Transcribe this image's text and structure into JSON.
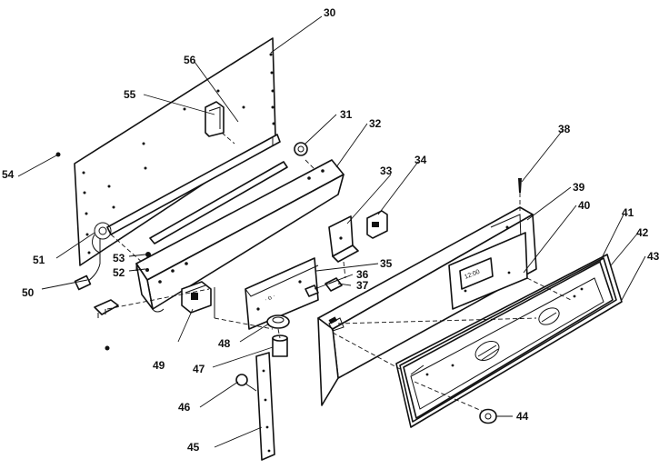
{
  "diagram": {
    "clock_display_text": "12:00",
    "callouts": [
      {
        "id": "30",
        "text": "30"
      },
      {
        "id": "31",
        "text": "31"
      },
      {
        "id": "32",
        "text": "32"
      },
      {
        "id": "33",
        "text": "33"
      },
      {
        "id": "34",
        "text": "34"
      },
      {
        "id": "35",
        "text": "35"
      },
      {
        "id": "36",
        "text": "36"
      },
      {
        "id": "37",
        "text": "37"
      },
      {
        "id": "38",
        "text": "38"
      },
      {
        "id": "39",
        "text": "39"
      },
      {
        "id": "40",
        "text": "40"
      },
      {
        "id": "41",
        "text": "41"
      },
      {
        "id": "42",
        "text": "42"
      },
      {
        "id": "43",
        "text": "43"
      },
      {
        "id": "44",
        "text": "44"
      },
      {
        "id": "45",
        "text": "45"
      },
      {
        "id": "46",
        "text": "46"
      },
      {
        "id": "47",
        "text": "47"
      },
      {
        "id": "48",
        "text": "48"
      },
      {
        "id": "49",
        "text": "49"
      },
      {
        "id": "50",
        "text": "50"
      },
      {
        "id": "51",
        "text": "51"
      },
      {
        "id": "52",
        "text": "52"
      },
      {
        "id": "53",
        "text": "53"
      },
      {
        "id": "54",
        "text": "54"
      },
      {
        "id": "55",
        "text": "55"
      },
      {
        "id": "56",
        "text": "56"
      }
    ]
  }
}
